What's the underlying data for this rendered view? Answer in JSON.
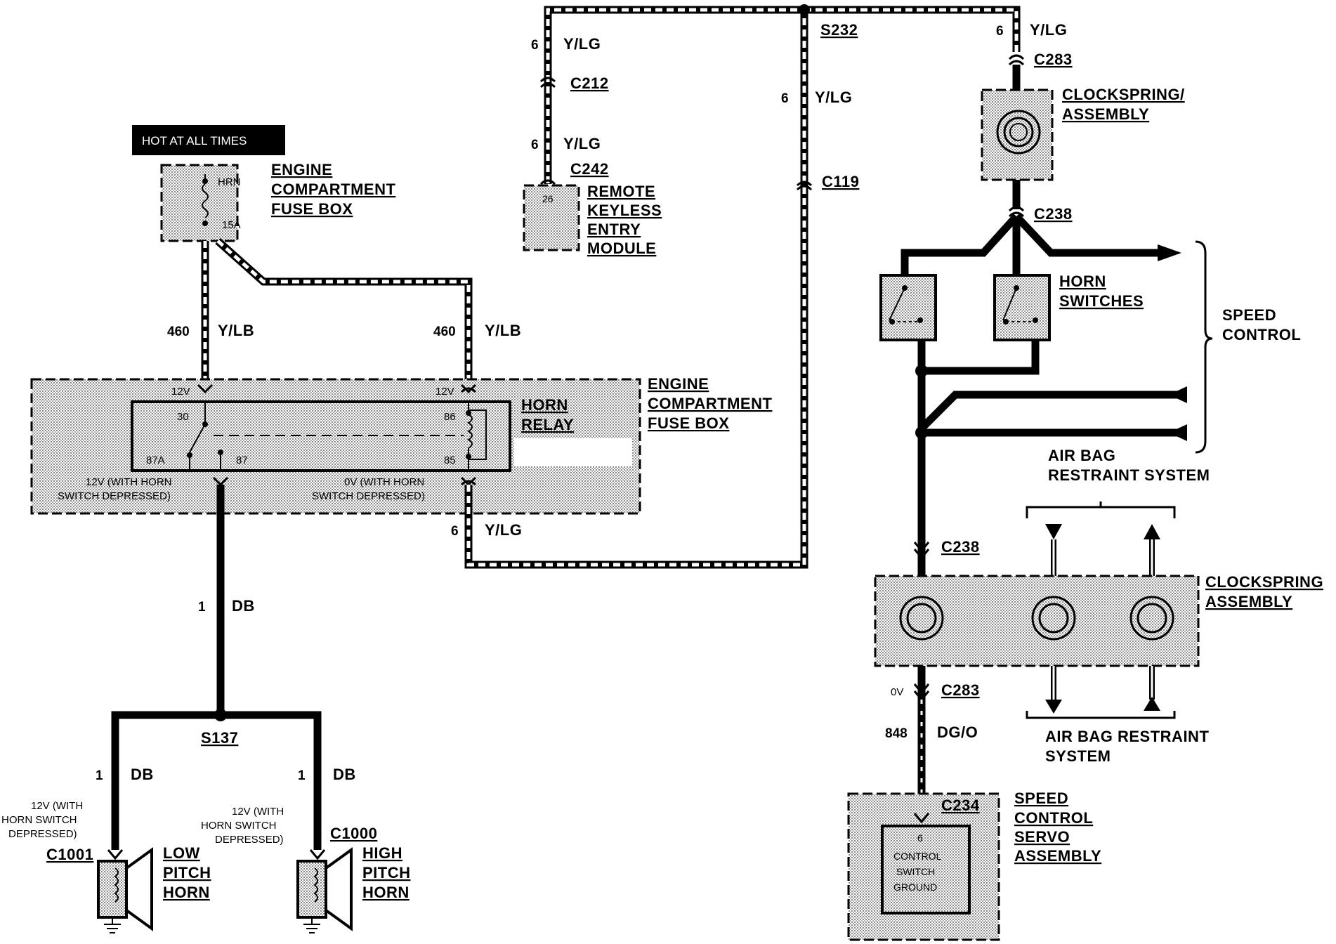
{
  "hot_label": "HOT AT ALL TIMES",
  "fusebox_top": {
    "name": [
      "ENGINE",
      "COMPARTMENT",
      "FUSE BOX"
    ],
    "fuse_name": "HRN",
    "fuse_rating": "15A"
  },
  "fusebox_main": {
    "name": [
      "ENGINE",
      "COMPARTMENT",
      "FUSE BOX"
    ]
  },
  "relay": {
    "name": [
      "HORN",
      "RELAY"
    ],
    "pin30": "30",
    "pin87a": "87A",
    "pin87": "87",
    "pin86": "86",
    "pin85": "85",
    "v_left": "12V",
    "v_right": "12V",
    "note_left": [
      "12V (WITH HORN",
      "SWITCH DEPRESSED)"
    ],
    "note_right": [
      "0V (WITH HORN",
      "SWITCH DEPRESSED)"
    ]
  },
  "wires": {
    "w460_left": {
      "num": "460",
      "color": "Y/LB"
    },
    "w460_right": {
      "num": "460",
      "color": "Y/LB"
    },
    "w6_relay": {
      "num": "6",
      "color": "Y/LG"
    },
    "w6_rke_top": {
      "num": "6",
      "color": "Y/LG"
    },
    "w6_rke_bottom": {
      "num": "6",
      "color": "Y/LG"
    },
    "w6_vertical": {
      "num": "6",
      "color": "Y/LG"
    },
    "w6_right_top": {
      "num": "6",
      "color": "Y/LG"
    },
    "w1_main": {
      "num": "1",
      "color": "DB"
    },
    "w1_low": {
      "num": "1",
      "color": "DB"
    },
    "w1_high": {
      "num": "1",
      "color": "DB"
    },
    "w848": {
      "num": "848",
      "color": "DG/O"
    }
  },
  "connectors": {
    "c212": "C212",
    "c242": "C242",
    "s232": "S232",
    "c119": "C119",
    "c283_top": "C283",
    "c238_top": "C238",
    "c238_bottom": "C238",
    "c283_bottom": "C283",
    "c234": "C234",
    "s137": "S137",
    "c1001": "C1001",
    "c1000": "C1000"
  },
  "rke": {
    "pin": "26",
    "name": [
      "REMOTE",
      "KEYLESS",
      "ENTRY",
      "MODULE"
    ]
  },
  "clockspring_top": {
    "name": [
      "CLOCKSPRING/",
      "ASSEMBLY"
    ]
  },
  "horn_switches": [
    "HORN",
    "SWITCHES"
  ],
  "speed_control": [
    "SPEED",
    "CONTROL"
  ],
  "airbag_top": [
    "AIR BAG",
    "RESTRAINT SYSTEM"
  ],
  "clockspring_bottom": {
    "name": [
      "CLOCKSPRING",
      "ASSEMBLY"
    ],
    "voltage": "0V"
  },
  "airbag_bottom": [
    "AIR BAG RESTRAINT",
    "SYSTEM"
  ],
  "servo": {
    "pin": "6",
    "inner": [
      "CONTROL",
      "SWITCH",
      "GROUND"
    ],
    "name": [
      "SPEED",
      "CONTROL",
      "SERVO",
      "ASSEMBLY"
    ]
  },
  "low_horn": {
    "note": [
      "12V (WITH",
      "HORN SWITCH",
      "DEPRESSED)"
    ],
    "name": [
      "LOW",
      "PITCH",
      "HORN"
    ]
  },
  "high_horn": {
    "note": [
      "12V (WITH",
      "HORN SWITCH",
      "DEPRESSED)"
    ],
    "name": [
      "HIGH",
      "PITCH",
      "HORN"
    ]
  }
}
